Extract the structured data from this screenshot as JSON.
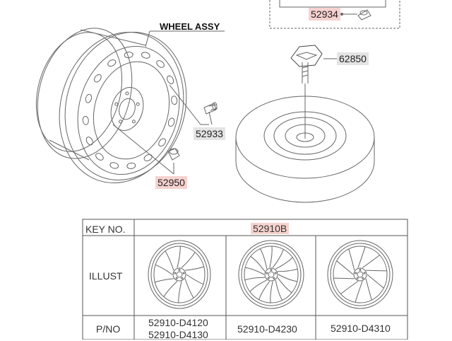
{
  "diagram": {
    "assembly_label": "WHEEL ASSY",
    "callouts": {
      "p52934": "52934",
      "p62850": "62850",
      "p52933": "52933",
      "p52950": "52950"
    },
    "colors": {
      "line": "#666666",
      "pink_highlight": "#f6d2cf",
      "grey_highlight": "#e4e4e4"
    }
  },
  "table": {
    "key_header": "KEY NO.",
    "key_value": "52910B",
    "illust_header": "ILLUST",
    "pno_header": "P/NO",
    "part_numbers": [
      [
        "52910-D4120",
        "52910-D4130"
      ],
      [
        "52910-D4230"
      ],
      [
        "52910-D4310"
      ]
    ]
  }
}
